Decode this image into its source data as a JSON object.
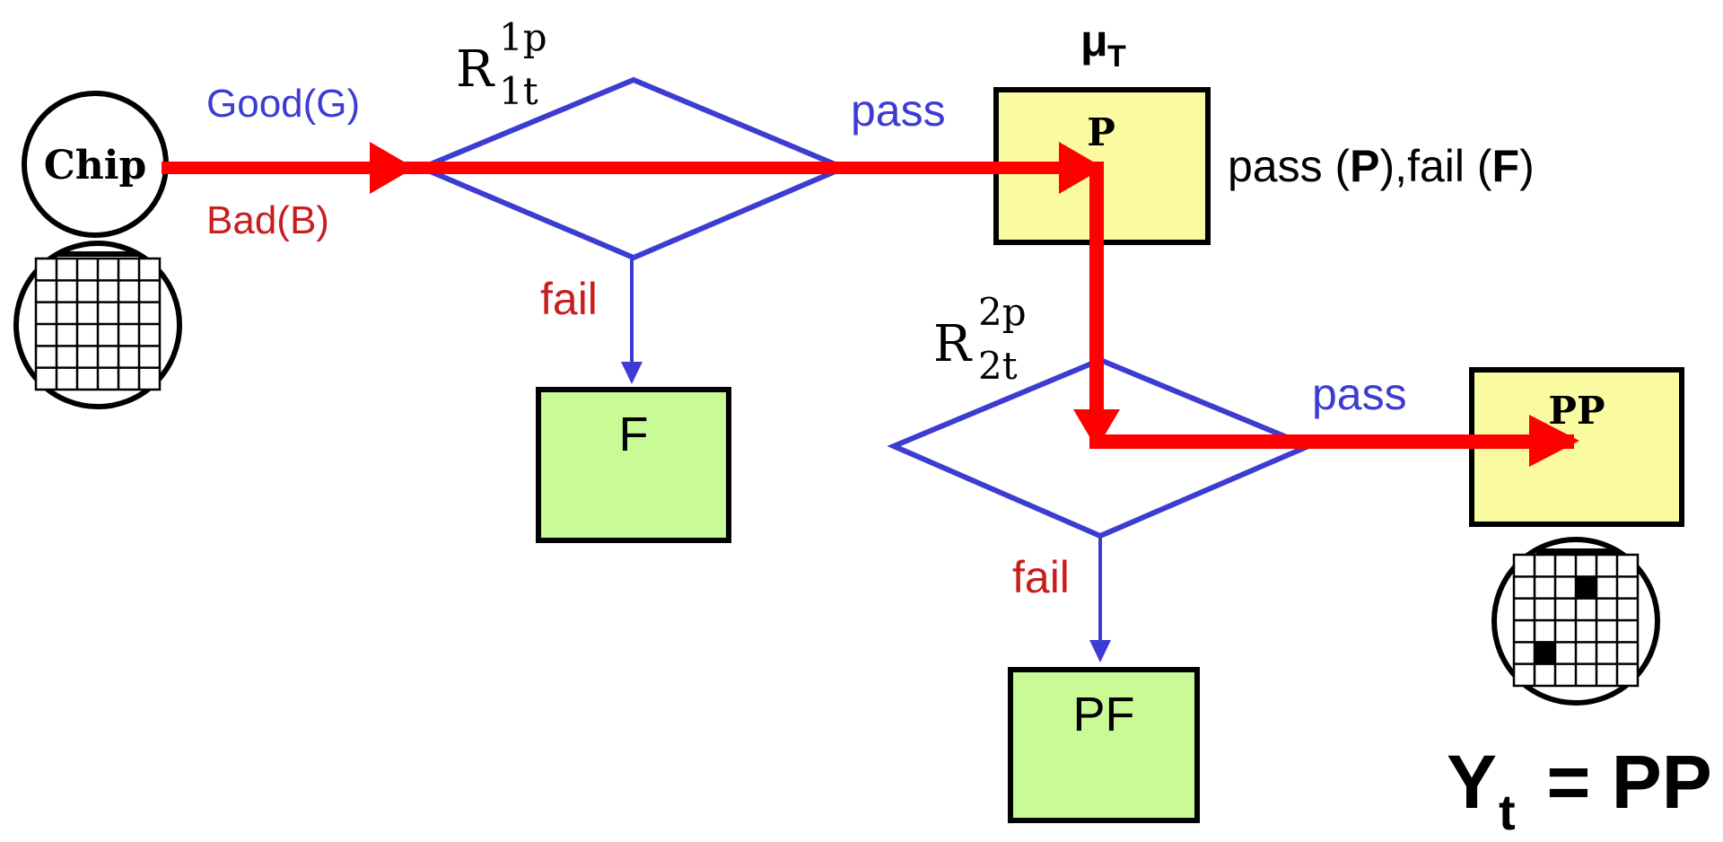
{
  "colors": {
    "red": "#ff0000",
    "blue": "#3c3cd2",
    "dark_red": "#c81e1e",
    "yellow_box": "#fafaa0",
    "green_box": "#c8fa96",
    "black": "#000000"
  },
  "chip": {
    "label": "Chip"
  },
  "input_labels": {
    "good": "Good(G)",
    "bad": "Bad(B)"
  },
  "decision1": {
    "symbol": "R",
    "superscript": "1p",
    "subscript": "1t",
    "pass_label": "pass",
    "fail_label": "fail"
  },
  "decision2": {
    "symbol": "R",
    "superscript": "2p",
    "subscript": "2t",
    "pass_label": "pass",
    "fail_label": "fail"
  },
  "mu": {
    "symbol": "μ",
    "subscript": "T"
  },
  "box_p": {
    "label": "P"
  },
  "box_f": {
    "label": "F"
  },
  "box_pf": {
    "label": "PF"
  },
  "box_pp": {
    "label": "PP"
  },
  "legend": {
    "prefix": "pass (",
    "p": "P",
    "middle": "),fail (",
    "f": "F",
    "suffix": ")"
  },
  "yield": {
    "y": "Y",
    "sub": "t",
    "eq": " = PP"
  },
  "wafer_out": {
    "defective_cells": [
      [
        3,
        1
      ],
      [
        1,
        4
      ]
    ]
  }
}
